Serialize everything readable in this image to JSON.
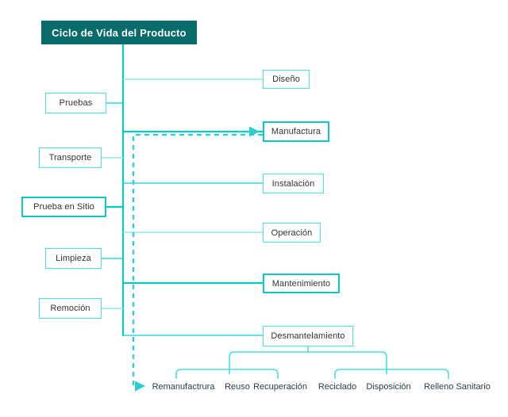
{
  "diagram": {
    "title": "Ciclo de Vida del Producto",
    "colors": {
      "title_bg": "#0a6b6b",
      "title_text": "#ffffff",
      "line_light": "#5fe6e6",
      "line_strong": "#0fc6c6",
      "line_dashed": "#27cfcf",
      "box_border_light": "#45e2e2",
      "box_border_strong": "#0fc6c6",
      "text": "#333333",
      "background": "#ffffff"
    },
    "left_nodes": [
      {
        "label": "Pruebas",
        "emphasis": "light"
      },
      {
        "label": "Transporte",
        "emphasis": "light"
      },
      {
        "label": "Prueba en Sitio",
        "emphasis": "strong"
      },
      {
        "label": "Limpieza",
        "emphasis": "light"
      },
      {
        "label": "Remoción",
        "emphasis": "light"
      }
    ],
    "right_nodes": [
      {
        "label": "Diseño",
        "emphasis": "light"
      },
      {
        "label": "Manufactura",
        "emphasis": "strong"
      },
      {
        "label": "Instalación",
        "emphasis": "light"
      },
      {
        "label": "Operación",
        "emphasis": "light"
      },
      {
        "label": "Mantenimiento",
        "emphasis": "strong"
      },
      {
        "label": "Desmantelamiento",
        "emphasis": "light"
      }
    ],
    "end_of_life": {
      "left_group": [
        "Remanufactrura",
        "Reuso",
        "Recuperación"
      ],
      "right_group": [
        "Reciclado",
        "Disposición",
        "Relleno Sanitario"
      ]
    },
    "feedback_loop": {
      "from": "Remanufactrura",
      "to": "Manufactura",
      "style": "dashed"
    }
  }
}
